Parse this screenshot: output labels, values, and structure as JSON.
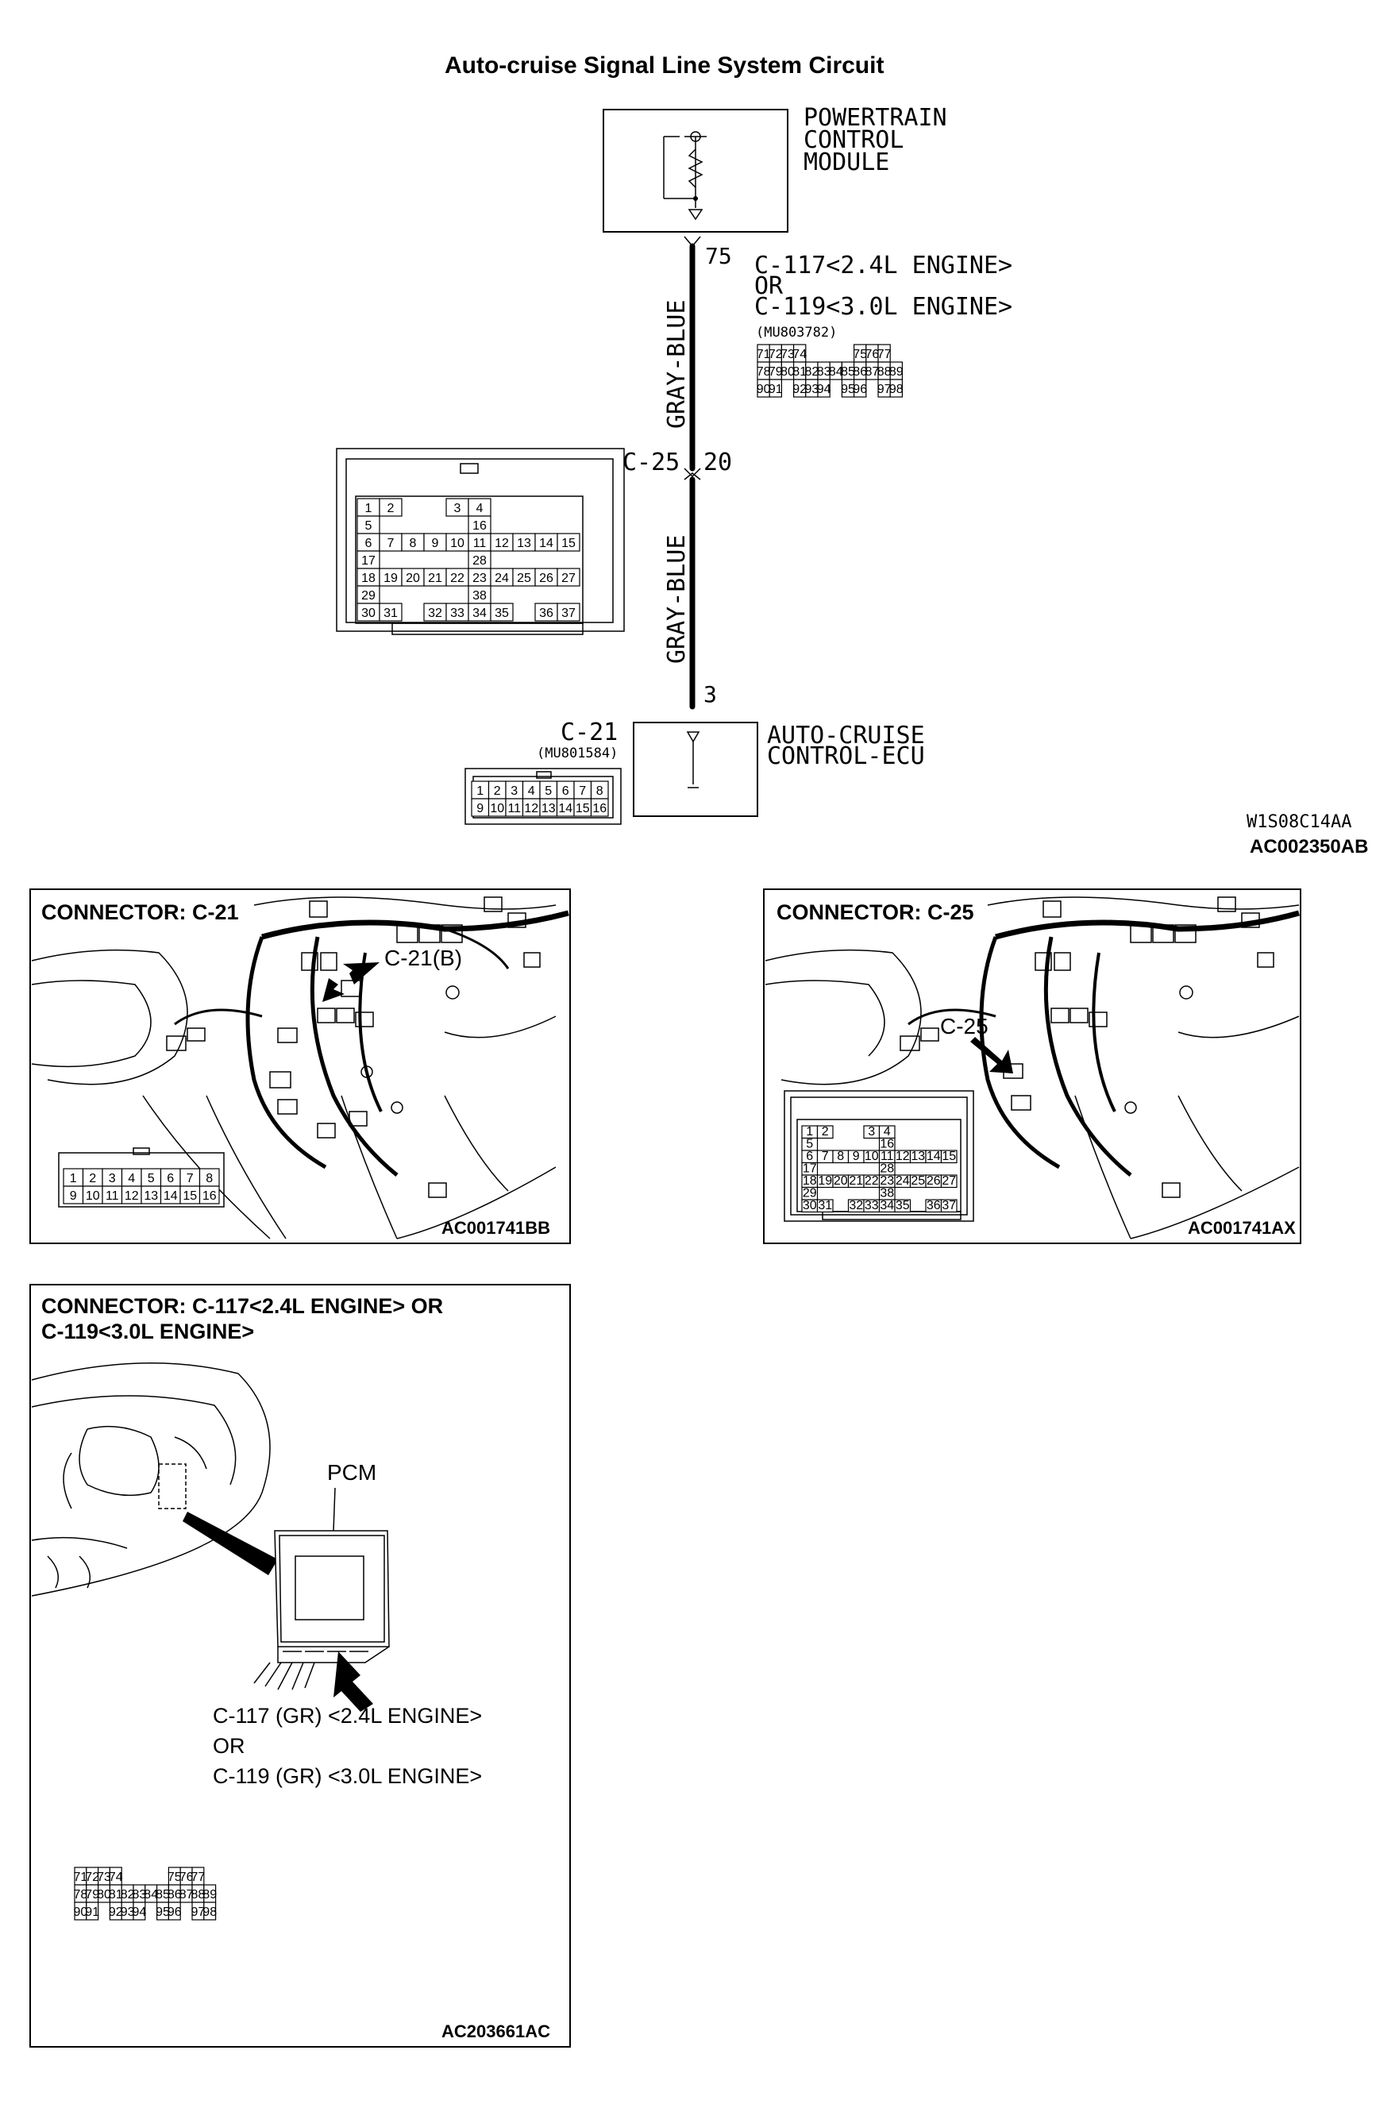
{
  "title": "Auto-cruise Signal Line System Circuit",
  "pcm": {
    "label_lines": [
      "POWERTRAIN",
      "CONTROL",
      "MODULE"
    ],
    "pin": "75"
  },
  "pcm_connector": {
    "label_lines": [
      "C-117<2.4L ENGINE>",
      "OR",
      "C-119<3.0L ENGINE>"
    ],
    "part_no": "(MU803782)",
    "rows": [
      [
        "71",
        "72",
        "73",
        "74",
        "",
        "",
        "",
        "",
        "75",
        "76",
        "77"
      ],
      [
        "78",
        "79",
        "80",
        "81",
        "82",
        "83",
        "84",
        "85",
        "86",
        "87",
        "88",
        "89"
      ],
      [
        "90",
        "91",
        "",
        "92",
        "93",
        "94",
        "",
        "95",
        "96",
        "",
        "97",
        "98"
      ]
    ]
  },
  "wire_upper": {
    "color": "GRAY-BLUE"
  },
  "c25": {
    "label": "C-25",
    "pin": "20",
    "rows": [
      [
        "1",
        "2",
        "",
        "",
        "3",
        "4"
      ],
      [
        "5",
        "",
        "",
        "",
        "",
        "16"
      ],
      [
        "6",
        "7",
        "8",
        "9",
        "10",
        "11",
        "12",
        "13",
        "14",
        "15"
      ],
      [
        "17",
        "",
        "",
        "",
        "",
        "28"
      ],
      [
        "18",
        "19",
        "20",
        "21",
        "22",
        "23",
        "24",
        "25",
        "26",
        "27"
      ],
      [
        "29",
        "",
        "",
        "",
        "",
        "38"
      ],
      [
        "30",
        "31",
        "",
        "32",
        "33",
        "34",
        "35",
        "",
        "36",
        "37"
      ]
    ]
  },
  "wire_lower": {
    "color": "GRAY-BLUE"
  },
  "ecu": {
    "label_lines": [
      "AUTO-CRUISE",
      "CONTROL-ECU"
    ],
    "pin": "3"
  },
  "c21": {
    "label": "C-21",
    "part_no": "(MU801584)",
    "rows": [
      [
        "1",
        "2",
        "3",
        "4",
        "5",
        "6",
        "7",
        "8"
      ],
      [
        "9",
        "10",
        "11",
        "12",
        "13",
        "14",
        "15",
        "16"
      ]
    ]
  },
  "codes": {
    "circuit_code_1": "W1S08C14AA",
    "circuit_code_2": "AC002350AB"
  },
  "panel_c21": {
    "title": "CONNECTOR: C-21",
    "callout": "C-21(B)",
    "code": "AC001741BB"
  },
  "panel_c25": {
    "title": "CONNECTOR: C-25",
    "callout": "C-25",
    "code": "AC001741AX"
  },
  "panel_pcm": {
    "title_lines": [
      "CONNECTOR: C-117<2.4L ENGINE> OR",
      "C-119<3.0L ENGINE>"
    ],
    "pcm_label": "PCM",
    "caption_lines": [
      "C-117 (GR) <2.4L ENGINE>",
      "OR",
      "C-119 (GR) <3.0L ENGINE>"
    ],
    "code": "AC203661AC"
  }
}
